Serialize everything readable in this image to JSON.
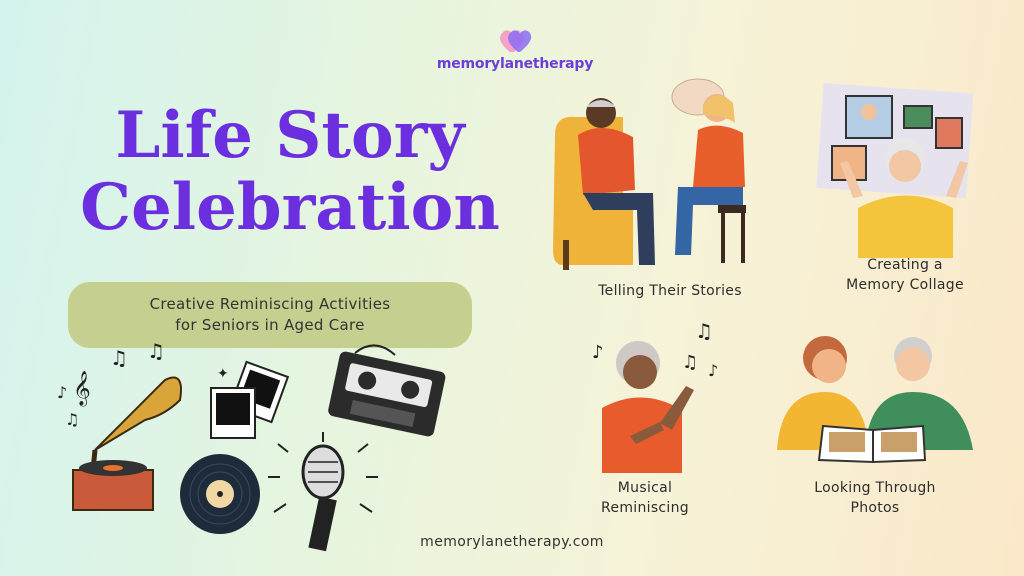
{
  "brand": {
    "name": "memorylanetherapy",
    "logo_icon": "heart-icon",
    "logo_colors": [
      "#f4a3c8",
      "#8b6cf5"
    ]
  },
  "title": {
    "line1": "Life Story",
    "line2": "Celebration",
    "color": "#6b2fe0"
  },
  "subtitle": {
    "line1": "Creative Reminiscing Activities",
    "line2": "for Seniors in Aged Care",
    "background": "#c5cf8f"
  },
  "activities": [
    {
      "line1": "Telling Their Stories",
      "line2": "",
      "illustration": "storytelling-illustration"
    },
    {
      "line1": "Creating a",
      "line2": "Memory Collage",
      "illustration": "memory-collage-illustration"
    },
    {
      "line1": "Musical",
      "line2": "Reminiscing",
      "illustration": "musical-reminiscing-illustration"
    },
    {
      "line1": "Looking Through",
      "line2": "Photos",
      "illustration": "photo-album-illustration"
    }
  ],
  "decor_icons": [
    "gramophone-icon",
    "music-notes-icon",
    "polaroid-photos-icon",
    "cassette-tape-icon",
    "vinyl-record-icon",
    "microphone-icon"
  ],
  "footer": {
    "website": "memorylanetherapy.com"
  }
}
